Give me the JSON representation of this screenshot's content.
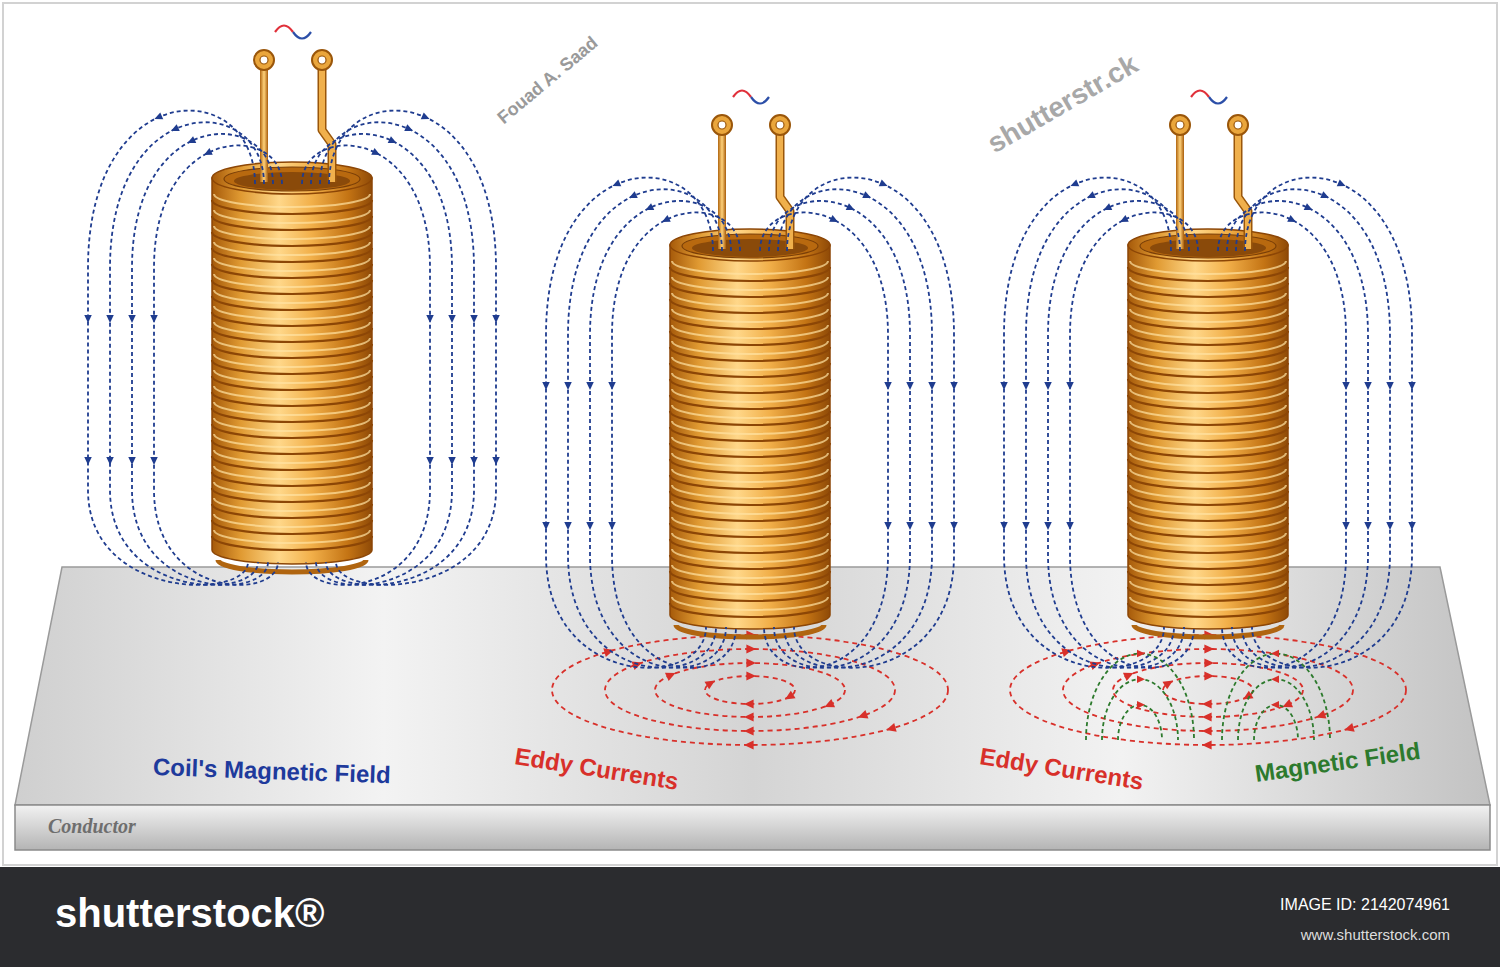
{
  "diagram": {
    "labels": [
      "Coil's Magnetic Field",
      "Eddy Currents",
      "Eddy Currents",
      "Magnetic Field",
      "Conductor",
      "Fouad A. Saad",
      "shutterstr.ck",
      "shutterstock®",
      "IMAGE ID: 2142074961",
      "www.shutterstock.com"
    ]
  }
}
